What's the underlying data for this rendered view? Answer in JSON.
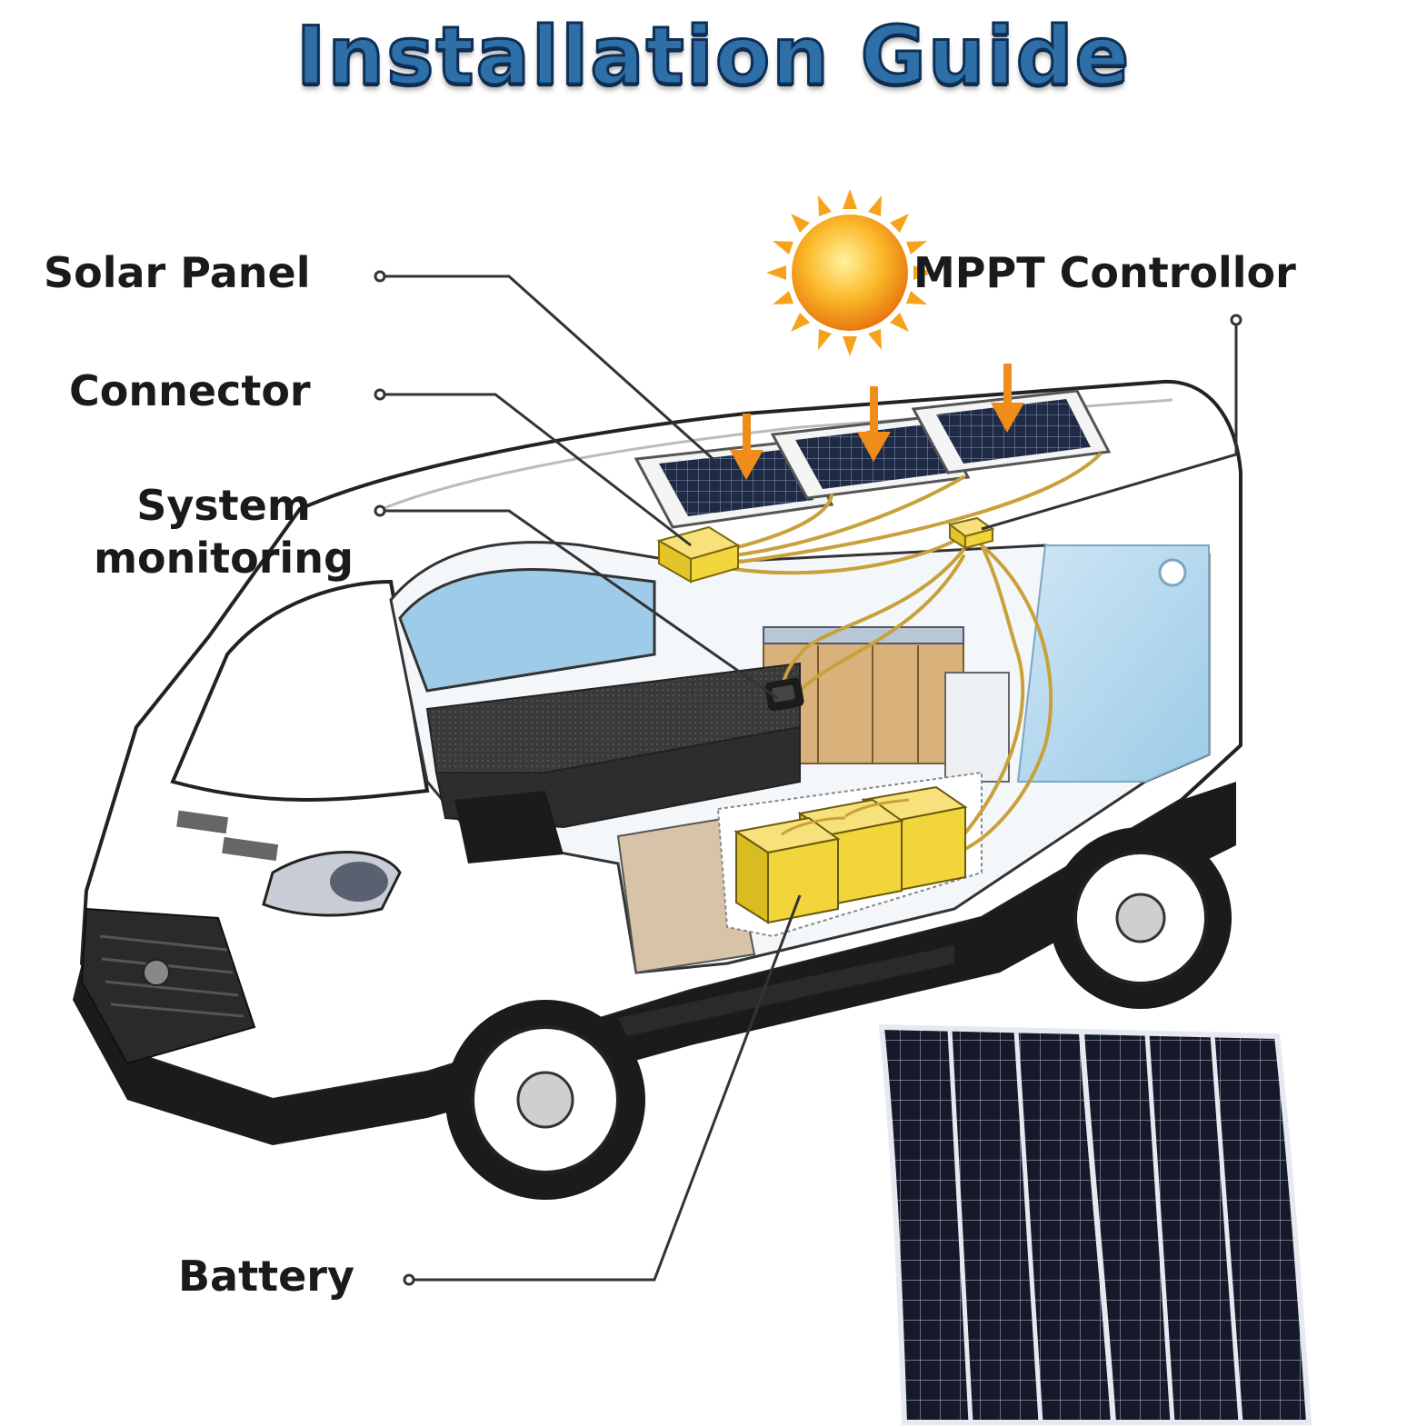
{
  "title": "Installation Guide",
  "labels": {
    "solar_panel": "Solar Panel",
    "connector": "Connector",
    "system_monitoring_line1": "System",
    "system_monitoring_line2": "monitoring",
    "mppt_controller": "MPPT Controllor",
    "battery": "Battery"
  },
  "colors": {
    "title_fill": "#2f6fa8",
    "title_outline": "#0e2f55",
    "callout_line": "#333333",
    "wire": "#c9a13b",
    "box_yellow": "#f2d53a",
    "sun": "#f7a21b",
    "arrow": "#f08c1a",
    "panel_cell": "#1f2a44",
    "van_black": "#1b1b1b"
  },
  "icons": [
    "sun-icon",
    "down-arrow-icon",
    "solar-panel-icon",
    "battery-icon",
    "controller-box-icon",
    "connector-box-icon",
    "monitor-icon",
    "van-illustration",
    "flexible-solar-panel-icon"
  ]
}
